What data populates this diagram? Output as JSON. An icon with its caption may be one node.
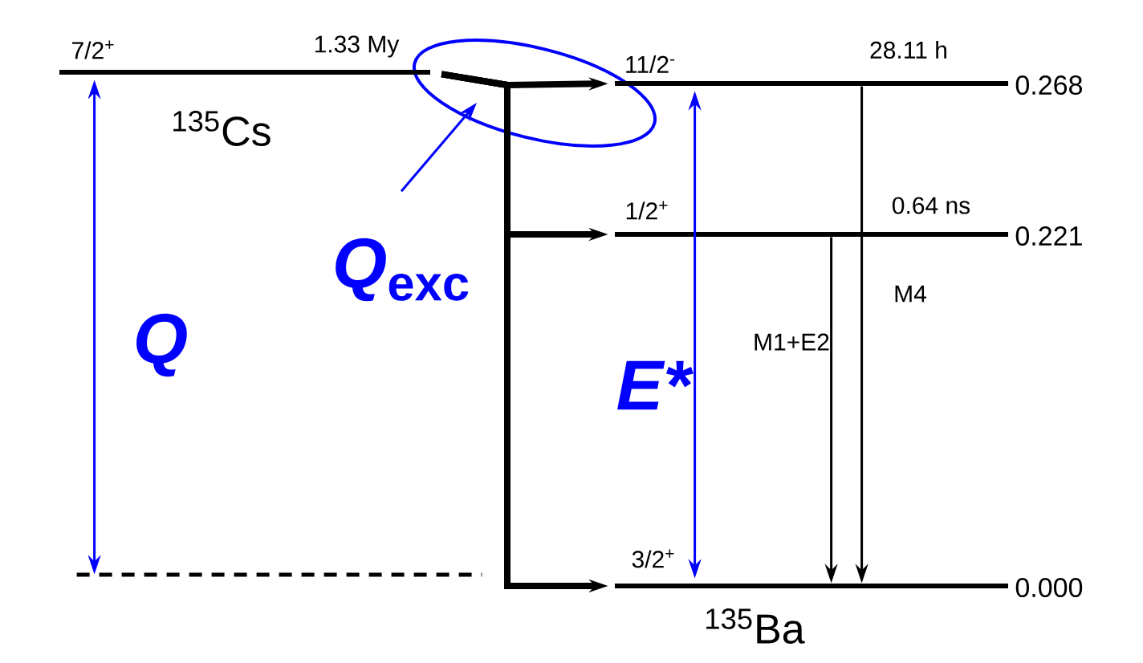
{
  "diagram": {
    "nodes": [
      {
        "text": [
          "7/2$^{+}$",
          "1.33 My"
        ]
      },
      {
        "text": [
          "11/2$^{-}$",
          "28.11 h"
        ],
        "beside": [
          "0.268"
        ]
      },
      {
        "text": [
          "1/2$^{+}$",
          "0.64 ns"
        ],
        "beside": [
          "0.221"
        ]
      },
      {
        "text": [],
        "shape": "bar"
      },
      {
        "text": [
          "3/2$^{+}$"
        ],
        "beside": [
          "0.000"
        ]
      },
      {
        "text": [
          "*Q*$_{exc}$"
        ]
      }
    ],
    "edges": [
      {
        "from": 0,
        "to": 1,
        "arrow": "to",
        "style": "thick"
      },
      {
        "from": 0,
        "to": 2,
        "arrow": "to",
        "style": "thick"
      },
      {
        "from": 0,
        "to": 4,
        "arrow": "to",
        "style": "thick"
      },
      {
        "from": 1,
        "to": 4,
        "arrow": "to",
        "label": "M4"
      },
      {
        "from": 2,
        "to": 4,
        "arrow": "to",
        "label": "M1+E2"
      },
      {
        "from": 0,
        "to": 3,
        "arrow": "both",
        "label": "Q",
        "color": "#0000ff"
      },
      {
        "from": 1,
        "to": 4,
        "arrow": "both",
        "label": "E*",
        "color": "#0000ff"
      },
      {
        "from": 5,
        "to": null,
        "arrow": "to",
        "color": "#0000ff"
      }
    ],
    "labels": [
      "$^{135}$Cs",
      "$^{135}$Ba"
    ]
  }
}
